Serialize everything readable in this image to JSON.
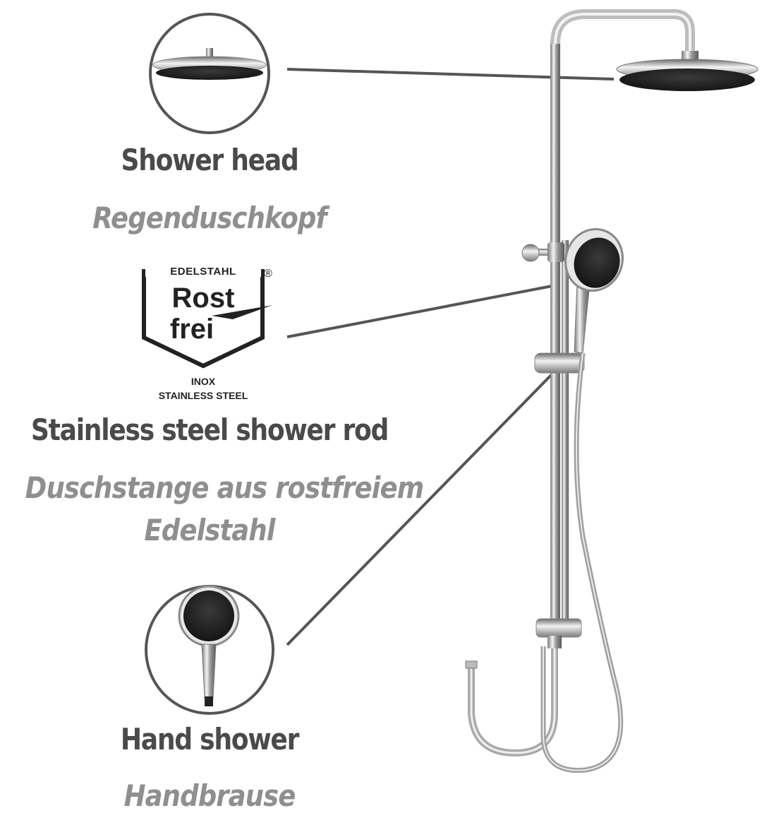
{
  "callouts": {
    "shower_head": {
      "en": "Shower head",
      "de": "Regenduschkopf"
    },
    "rod": {
      "en": "Stainless steel shower rod",
      "de_line1": "Duschstange aus rostfreiem",
      "de_line2": "Edelstahl"
    },
    "hand_shower": {
      "en": "Hand shower",
      "de": "Handbrause"
    }
  },
  "badge": {
    "top": "EDELSTAHL",
    "registered": "®",
    "word1": "Rost",
    "word2": "frei",
    "inox": "INOX",
    "stainless": "STAINLESS STEEL"
  },
  "colors": {
    "label_dark": "#4a4a4a",
    "label_light": "#8f8f8f",
    "circle": "#555555",
    "line": "#555555"
  }
}
